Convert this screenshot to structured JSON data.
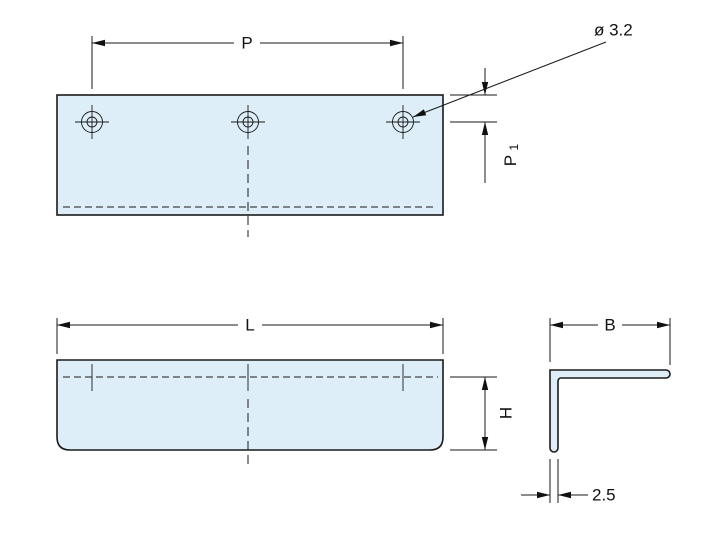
{
  "colors": {
    "part_fill": "#ddeef8",
    "background": "#ffffff",
    "line": "#1a1a1a"
  },
  "views": {
    "top": {
      "pitch_label": "P",
      "hole_dia_label": "ø 3.2",
      "p1_main": "P",
      "p1_sub": "1"
    },
    "front": {
      "length_label": "L",
      "height_label": "H"
    },
    "side": {
      "width_label": "B",
      "thickness_label": "2.5"
    }
  }
}
